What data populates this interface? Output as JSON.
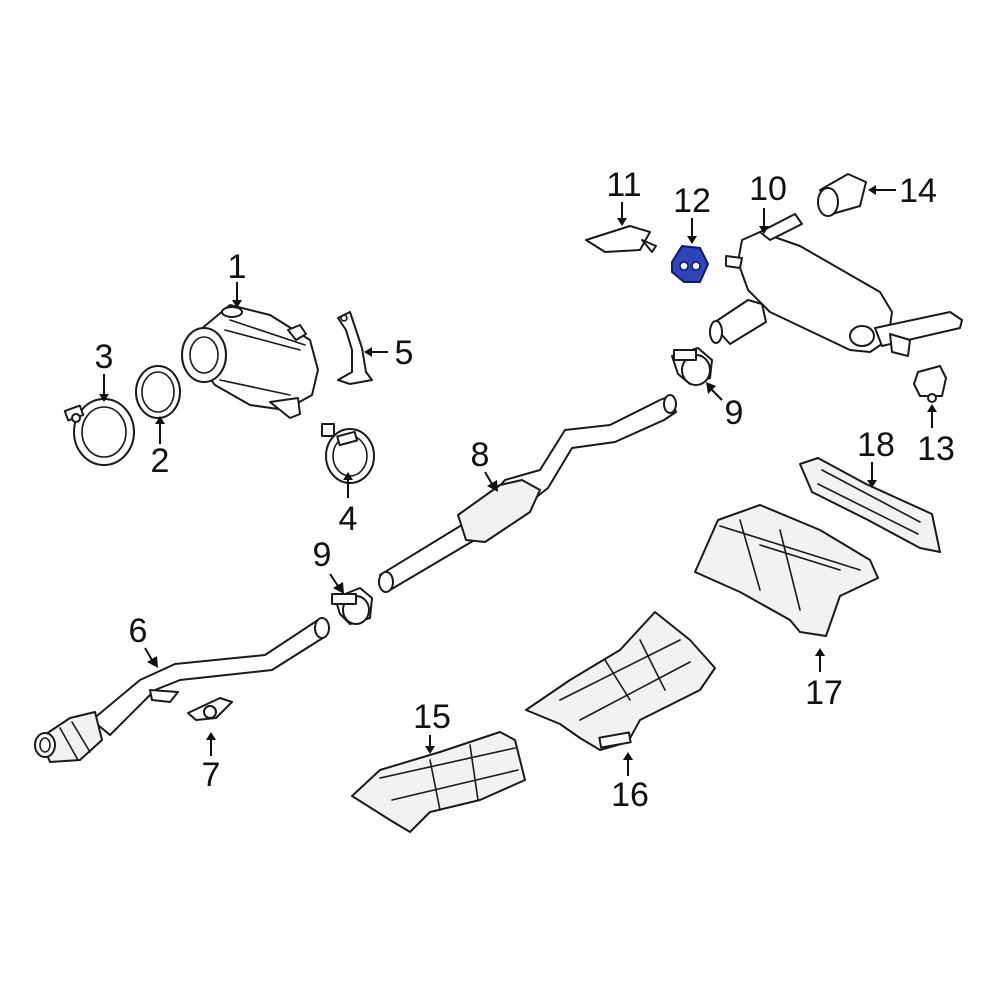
{
  "highlight_color": "#2f44b8",
  "callouts": [
    {
      "id": "c1",
      "text": "1"
    },
    {
      "id": "c2",
      "text": "2"
    },
    {
      "id": "c3",
      "text": "3"
    },
    {
      "id": "c4",
      "text": "4"
    },
    {
      "id": "c5",
      "text": "5"
    },
    {
      "id": "c6",
      "text": "6"
    },
    {
      "id": "c7",
      "text": "7"
    },
    {
      "id": "c8",
      "text": "8"
    },
    {
      "id": "c9a",
      "text": "9"
    },
    {
      "id": "c9b",
      "text": "9"
    },
    {
      "id": "c10",
      "text": "10"
    },
    {
      "id": "c11",
      "text": "11"
    },
    {
      "id": "c12",
      "text": "12"
    },
    {
      "id": "c13",
      "text": "13"
    },
    {
      "id": "c14",
      "text": "14"
    },
    {
      "id": "c15",
      "text": "15"
    },
    {
      "id": "c16",
      "text": "16"
    },
    {
      "id": "c17",
      "text": "17"
    },
    {
      "id": "c18",
      "text": "18"
    }
  ]
}
